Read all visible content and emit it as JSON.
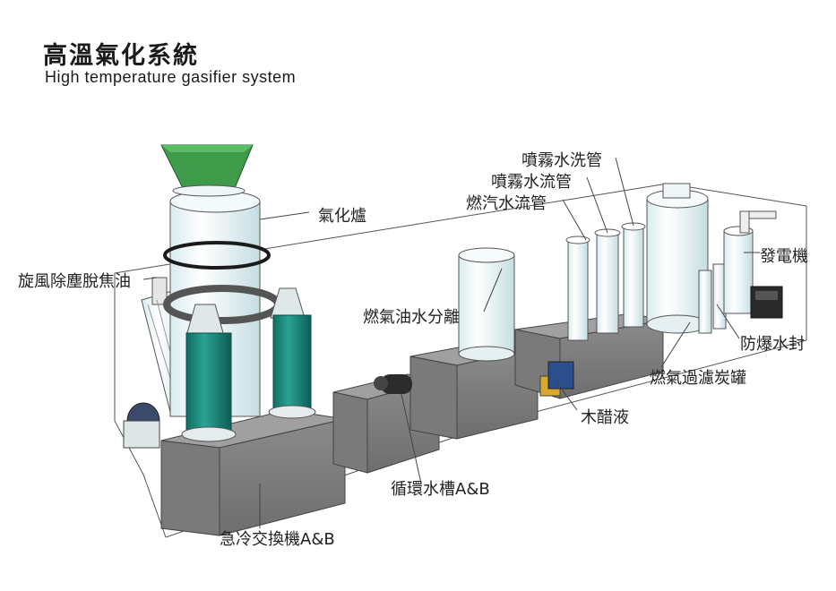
{
  "title": {
    "zh": "高溫氣化系統",
    "en": "High temperature gasifier system"
  },
  "labels": {
    "gasifier": "氣化爐",
    "cyclone": "旋風除塵脫焦油",
    "oil_water_separator": "燃氣油水分離",
    "steam_pipe": "燃汽水流管",
    "spray_flow_pipe": "噴霧水流管",
    "spray_wash_pipe": "噴霧水洗管",
    "generator": "發電機",
    "water_seal": "防爆水封",
    "carbon_filter": "燃氣過濾炭罐",
    "wood_vinegar": "木醋液",
    "circulation_tank": "循環水槽A&B",
    "quench_exchanger": "急冷交換機A&B"
  },
  "colors": {
    "hopper_green": "#3f9a4a",
    "teal_vessel": "#1f8a7c",
    "tank_white": "#eef6f8",
    "base_gray": "#7c7c7c",
    "line": "#444444"
  }
}
